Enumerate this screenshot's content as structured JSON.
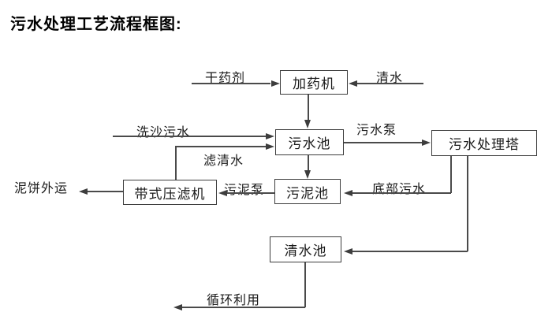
{
  "title": "污水处理工艺流程框图:",
  "nodes": {
    "dosing_machine": "加药机",
    "sewage_pool": "污水池",
    "sewage_treatment_tower": "污水处理塔",
    "belt_filter_press": "带式压滤机",
    "sludge_pool": "污泥池",
    "clean_water_pool": "清水池"
  },
  "labels": {
    "dry_agent": "干药剂",
    "clean_water": "清水",
    "sand_washing_sewage": "洗沙污水",
    "filtered_water": "滤清水",
    "sewage_pump": "污水泵",
    "bottom_sewage": "底部污水",
    "sludge_pump": "污泥泵",
    "mud_cake_out": "泥饼外运",
    "recycle_use": "循环利用"
  },
  "edges": [
    {
      "from": "干药剂",
      "to": "加药机"
    },
    {
      "from": "清水",
      "to": "加药机"
    },
    {
      "from": "加药机",
      "to": "污水池"
    },
    {
      "from": "洗沙污水",
      "to": "污水池"
    },
    {
      "from": "带式压滤机",
      "to": "污水池",
      "label": "滤清水"
    },
    {
      "from": "污水池",
      "to": "污水处理塔",
      "label": "污水泵"
    },
    {
      "from": "污水池",
      "to": "污泥池"
    },
    {
      "from": "污水处理塔",
      "to": "污泥池",
      "label": "底部污水"
    },
    {
      "from": "污泥池",
      "to": "带式压滤机",
      "label": "污泥泵"
    },
    {
      "from": "带式压滤机",
      "to": "泥饼外运"
    },
    {
      "from": "污水处理塔",
      "to": "清水池"
    },
    {
      "from": "清水池",
      "to": "循环利用"
    }
  ],
  "colors": {
    "background": "#ffffff",
    "line": "#4a4a4a",
    "box_border": "#3d3d3d",
    "text": "#1a1a1a"
  }
}
